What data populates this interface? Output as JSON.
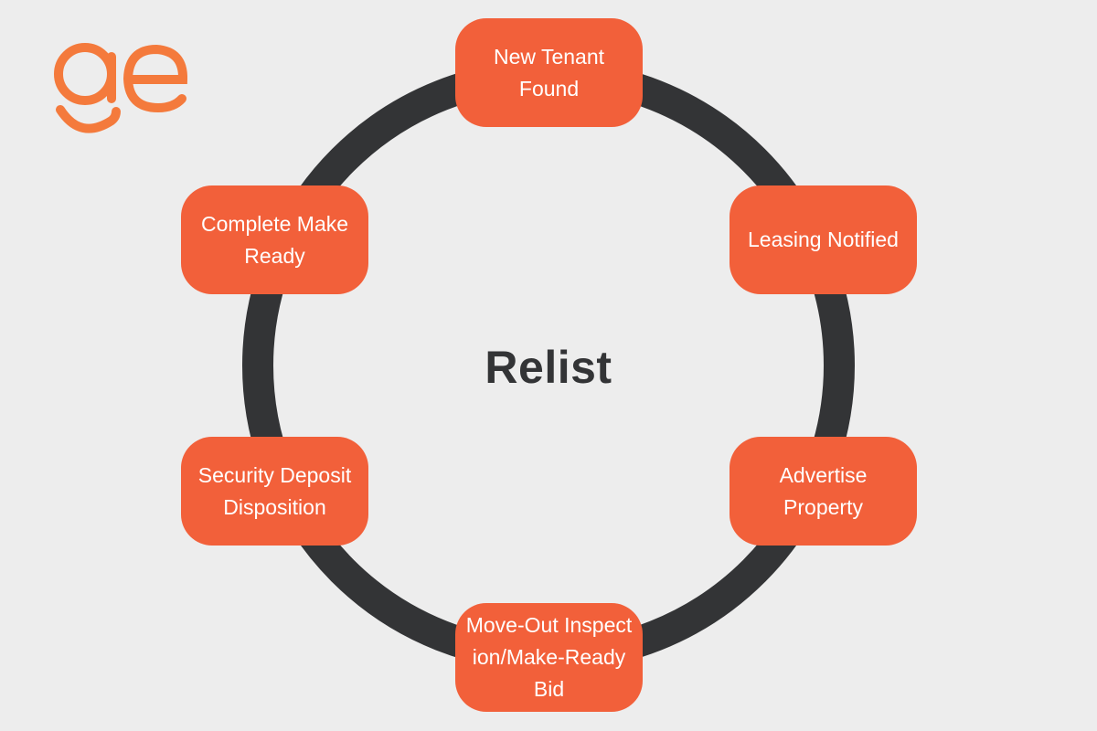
{
  "diagram": {
    "center_title": "Relist",
    "colors": {
      "background": "#ededed",
      "ring": "#333436",
      "node_fill": "#f2603a",
      "node_text": "#ffffff",
      "logo": "#f47a3c"
    },
    "logo": {
      "icon": "ge-logo-icon",
      "text": "ge"
    },
    "steps": [
      {
        "label": "New Tenant Found"
      },
      {
        "label": "Leasing Notified"
      },
      {
        "label": "Advertise Property"
      },
      {
        "label": "Move-Out Inspection/Make-Ready Bid"
      },
      {
        "label": "Security Deposit Disposition"
      },
      {
        "label": "Complete Make Ready"
      }
    ]
  }
}
